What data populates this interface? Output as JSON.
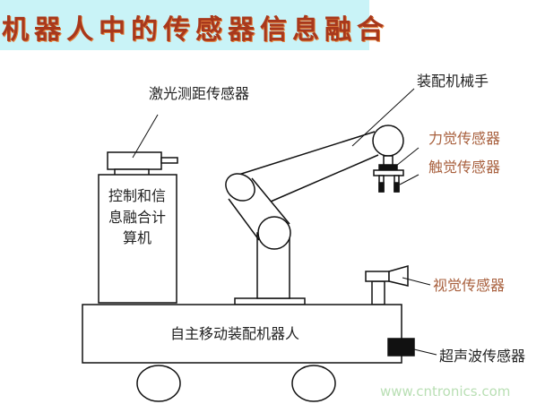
{
  "title": "机器人中的传感器信息融合",
  "labels": {
    "laser_sensor": "激光测距传感器",
    "computer_line1": "控制和信",
    "computer_line2": "息融合计",
    "computer_line3": "算机",
    "manipulator": "装配机械手",
    "force_sensor": "力觉传感器",
    "touch_sensor": "触觉传感器",
    "vision_sensor": "视觉传感器",
    "ultrasonic_sensor": "超声波传感器",
    "robot_body": "自主移动装配机器人"
  },
  "watermark": "www.cntronics.com",
  "colors": {
    "title_bg": "#c9f3f7",
    "title_text": "#a8381c",
    "accent_label": "#a8603e",
    "watermark": "#b9dfb4"
  }
}
